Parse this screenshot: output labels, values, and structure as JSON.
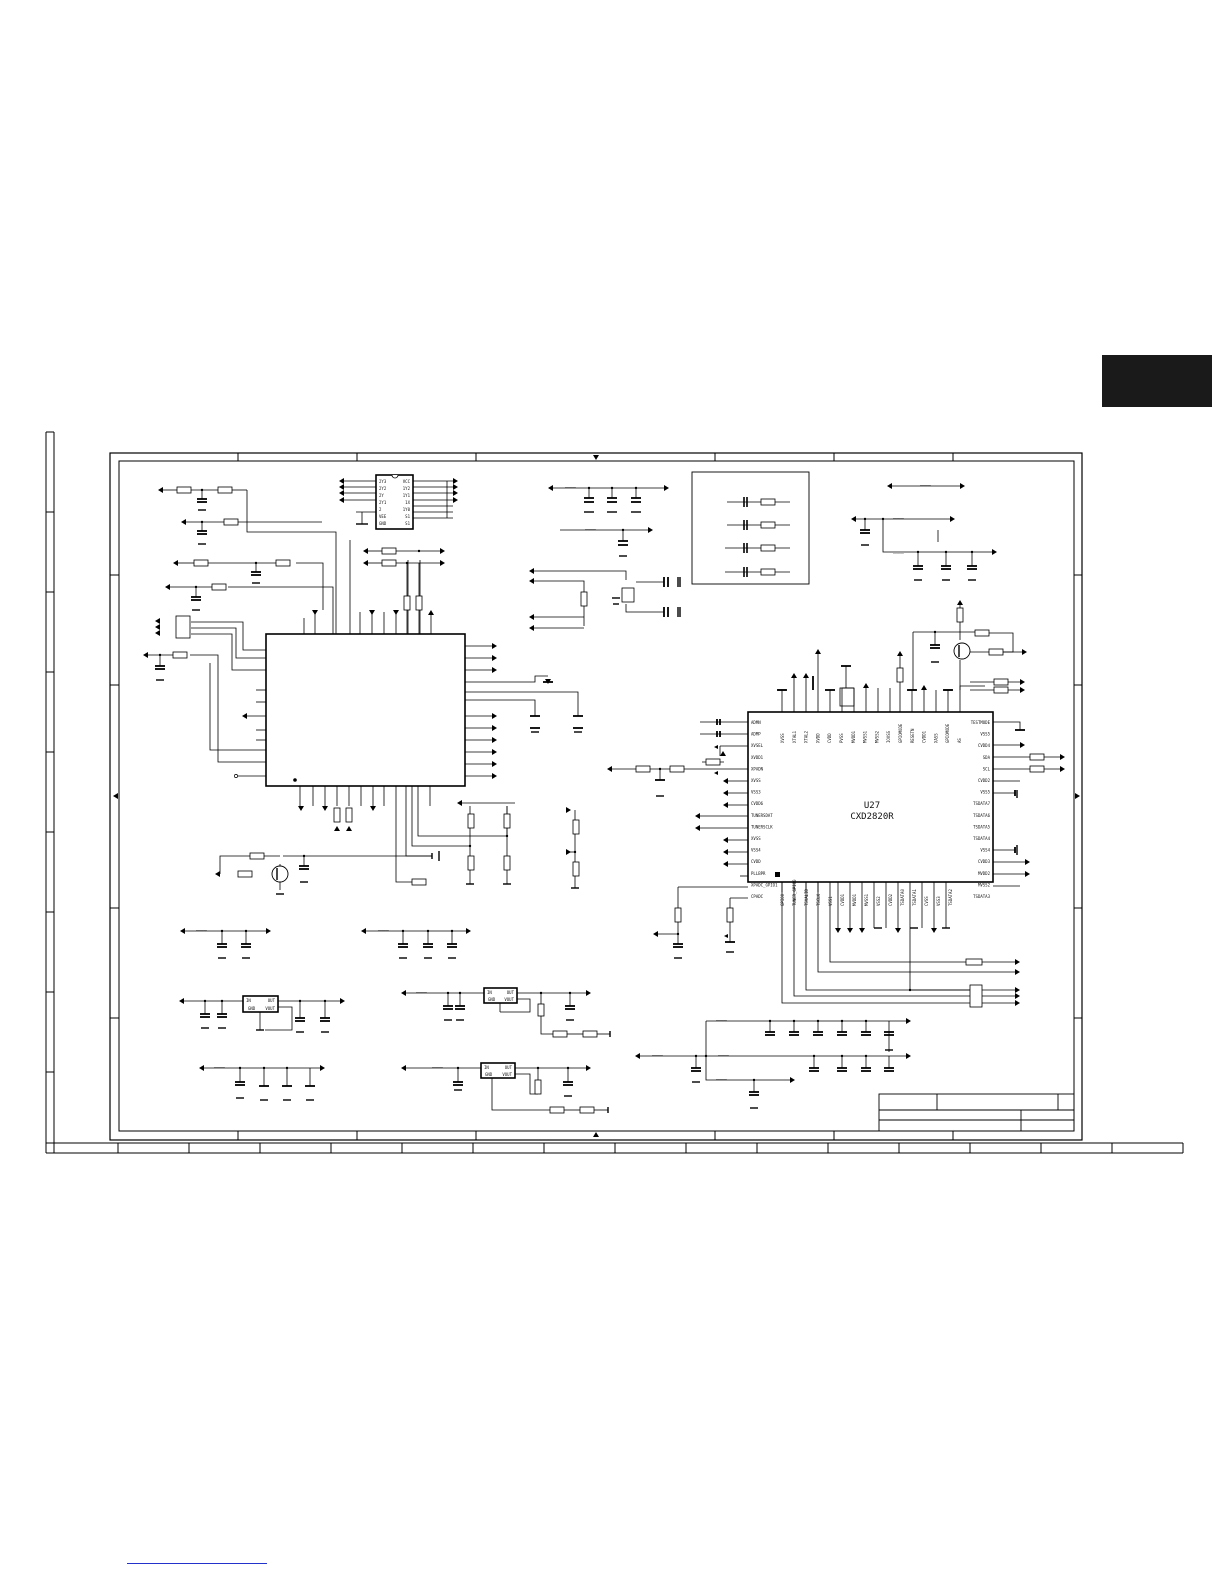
{
  "page": {
    "tab_color": "#1a1a1a",
    "link_color": "#2233cc"
  },
  "u27": {
    "ref": "U27",
    "part": "CXD2820R",
    "left_pins": [
      "ADMN",
      "ADMP",
      "XVSEL",
      "XVDD1",
      "XPADN",
      "XVSS",
      "VSS3",
      "CVDD6",
      "TUNERSDAT",
      "TUNERSCLK",
      "XVSS",
      "VSS4",
      "CVDD",
      "PLLBPR",
      "XPADC_GPIO1",
      "CPADC"
    ],
    "right_pins": [
      "TESTMODE",
      "VSS5",
      "CVDD4",
      "SDA",
      "SCL",
      "CVDD2",
      "VSS5",
      "TSDATA7",
      "TSDATA6",
      "TSDATA5",
      "TSDATA4",
      "VSS4",
      "CVDD3",
      "MVDD2",
      "MVSS2",
      "TSDATA3"
    ],
    "top_pins": [
      "XVSS",
      "XTAL1",
      "XTAL2",
      "XVDD",
      "CVDD",
      "PVSS",
      "MVDD1",
      "MVSS1",
      "MVSS2",
      "IOVSS",
      "GPIOMODE",
      "RESETN",
      "CVDD1",
      "XASS",
      "GPIOMODE",
      "AS"
    ],
    "bottom_pins": [
      "GPIO0",
      "TUNER_GPIO0",
      "TSVALID",
      "TSCLK",
      "VSS1",
      "CVDD1",
      "MVDD1",
      "MVSS1",
      "VSS2",
      "CVDD2",
      "TSDATA0",
      "TSDATA1",
      "CVSS",
      "VSS3",
      "TSDATA2"
    ]
  },
  "u_small": {
    "pins_left": [
      "2Y3",
      "2Y2",
      "2Y",
      "2Y1",
      "2",
      "VEE",
      "GND"
    ],
    "pins_right": [
      "VCC",
      "1Y2",
      "1Y1",
      "1X",
      "1Y0",
      "S1",
      "S1"
    ]
  },
  "regulators": {
    "pin_in": "IN",
    "pin_out": "OUT",
    "pin_gnd": "GND",
    "pin_vout": "VOUT"
  },
  "nets": {
    "power_dash": "___"
  },
  "icons": {
    "signal_flag": "triangle-flag-icon",
    "ground": "ground-bar-icon"
  }
}
